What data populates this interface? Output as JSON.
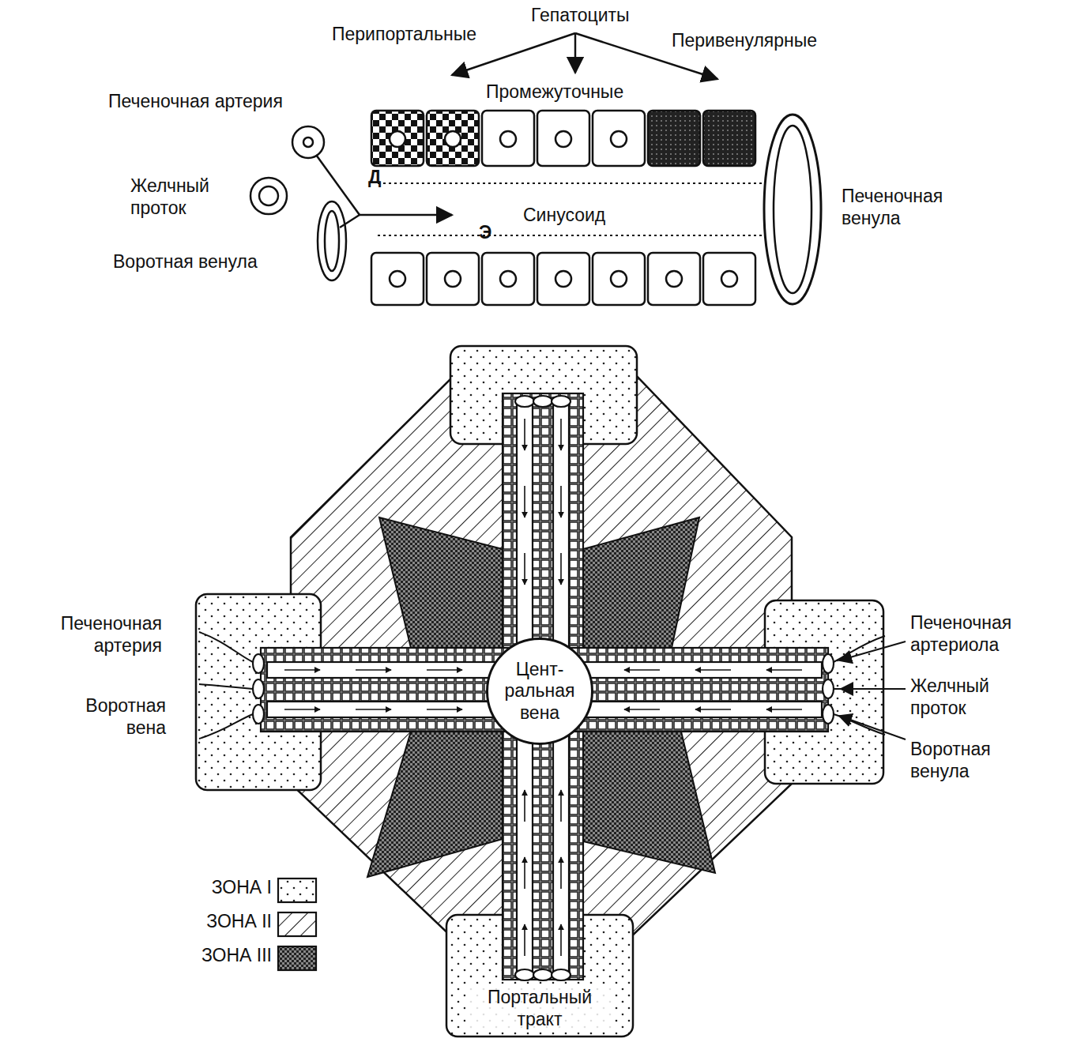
{
  "diagram": {
    "nodes": [
      {
        "text": [
          "Цент- ральная вена"
        ]
      },
      {
        "text": [
          "Портальный тракт"
        ]
      }
    ],
    "labels": [
      "Гепатоциты",
      "Перипортальные",
      "Перивенулярные",
      "Промежуточные",
      "Печеночная артерия",
      "Желчный проток",
      "Д",
      "Синусоид",
      "Э",
      "Печеночная венула",
      "Воротная венула",
      "Печеночная артерия",
      "Воротная вена",
      "Печеночная артериола",
      "Желчный проток",
      "Воротная венула"
    ],
    "legend": [
      {
        "text": "ЗОНА I"
      },
      {
        "text": "ЗОНА II"
      },
      {
        "text": "ЗОНА III"
      }
    ]
  }
}
